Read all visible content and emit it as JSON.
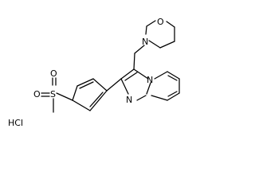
{
  "molecule": {
    "atoms": {
      "morpholine_oxygen": "O",
      "morpholine_nitrogen": "N",
      "ring_nitrogen_bridge": "N",
      "ring_nitrogen_imine": "N",
      "sulfur": "S",
      "sulfonyl_oxygen_top": "O",
      "sulfonyl_oxygen_left": "O"
    },
    "salt": "HCl"
  }
}
